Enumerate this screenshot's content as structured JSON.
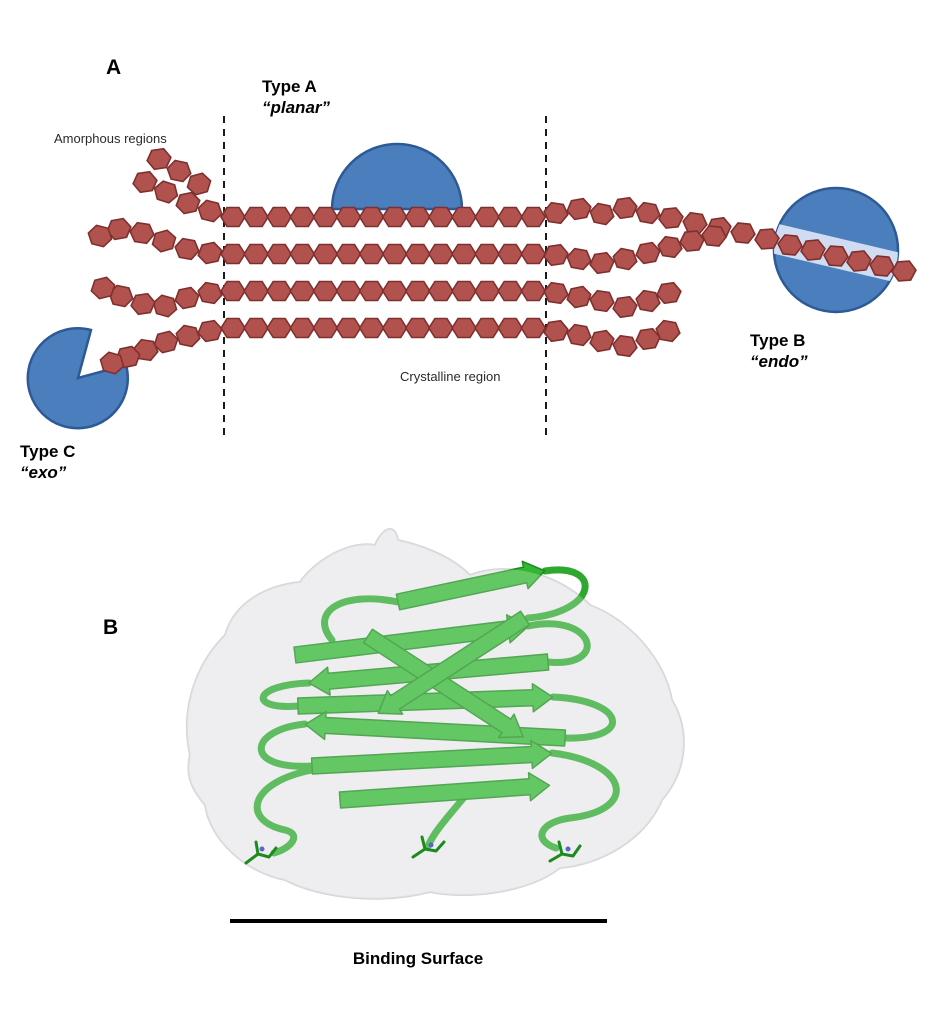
{
  "figure": {
    "panel_a": {
      "label": "A",
      "amorphous_label": "Amorphous regions",
      "crystalline_label": "Crystalline region",
      "type_a": {
        "name": "Type A",
        "mode": "“planar”"
      },
      "type_b": {
        "name": "Type B",
        "mode": "“endo”"
      },
      "type_c": {
        "name": "Type C",
        "mode": "“exo”"
      }
    },
    "panel_b": {
      "label": "B",
      "binding_surface_label": "Binding Surface"
    }
  },
  "colors": {
    "background": "#ffffff",
    "text": "#000000",
    "sugar-fill": "#b2524f",
    "sugar-stroke": "#7e302e",
    "enzyme-fill": "#4a7ebc",
    "enzyme-stroke": "#2d5a96",
    "cleft-fill": "#cfdcf1",
    "ribbon-fill": "#33b733",
    "ribbon-stroke": "#1d8a1d",
    "ribbon-loop": "#2fa82f",
    "surface-fill": "#e9e9eb",
    "surface-stroke": "#d6d6d9"
  }
}
